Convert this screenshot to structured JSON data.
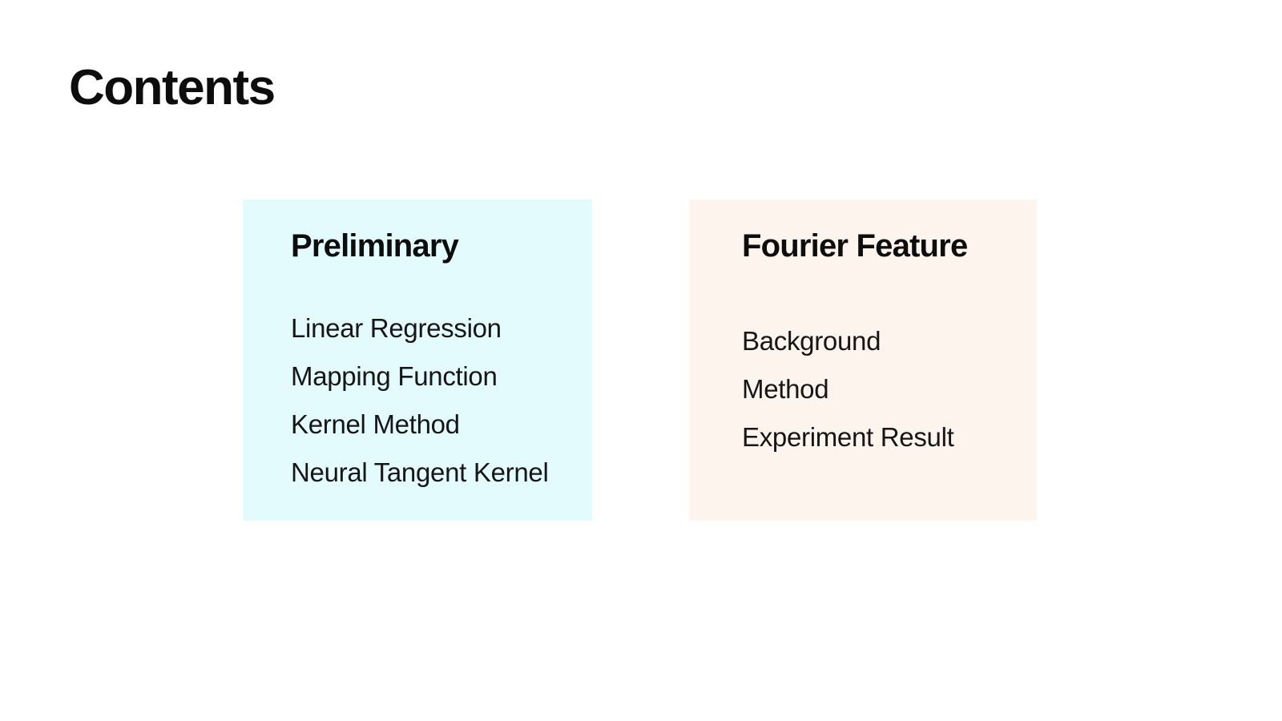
{
  "page": {
    "background": "#ffffff",
    "text_color": "#111111"
  },
  "title": "Contents",
  "sections": [
    {
      "title": "Preliminary",
      "background": "#E4FBFD",
      "items": [
        "Linear Regression",
        "Mapping Function",
        "Kernel Method",
        "Neural Tangent Kernel"
      ]
    },
    {
      "title": "Fourier Feature",
      "background": "#FDF5ED",
      "items": [
        "Background",
        "Method",
        "Experiment Result"
      ]
    }
  ]
}
